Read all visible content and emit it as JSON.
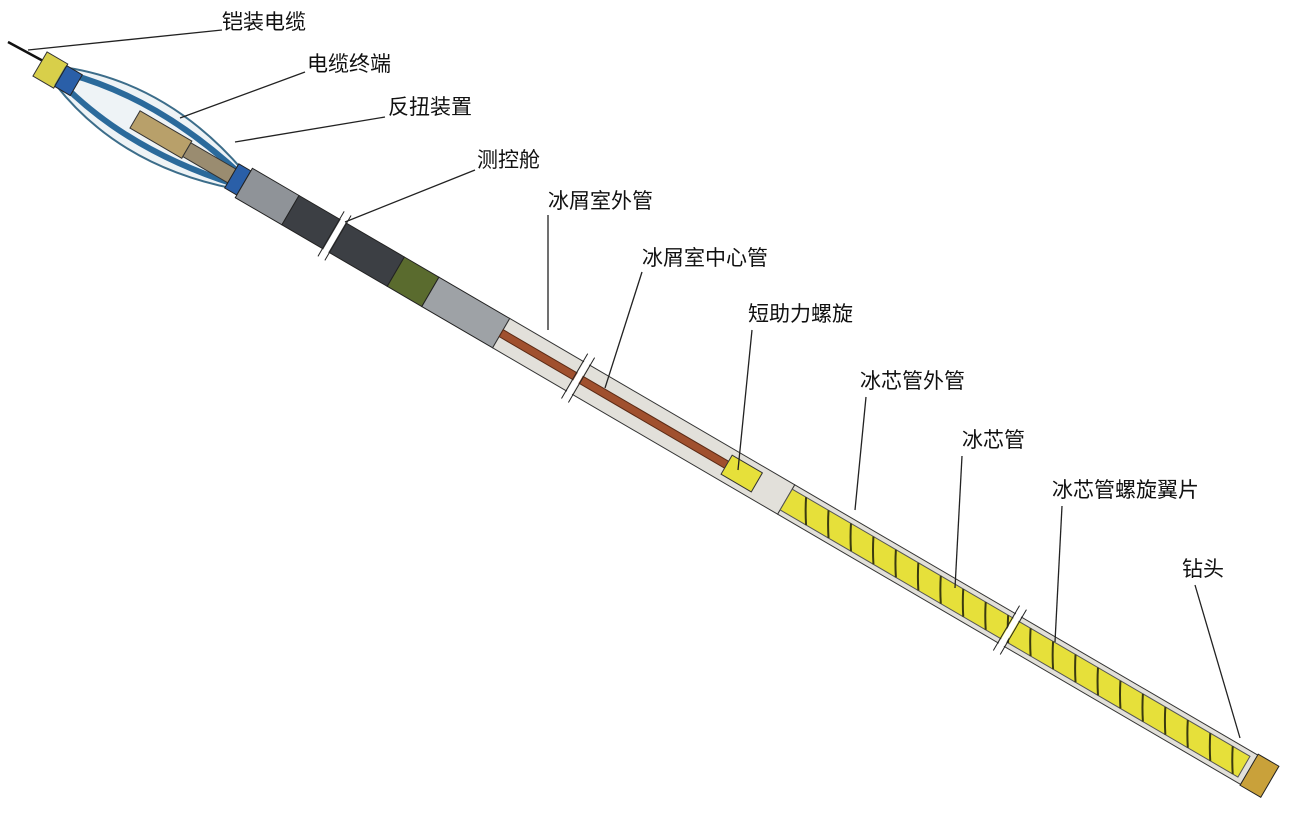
{
  "labels": {
    "armored_cable": "铠装电缆",
    "cable_termination": "电缆终端",
    "anti_torque": "反扭装置",
    "control_module": "测控舱",
    "chip_chamber_outer": "冰屑室外管",
    "chip_chamber_center": "冰屑室中心管",
    "short_auger": "短助力螺旋",
    "core_barrel_outer": "冰芯管外管",
    "core_barrel": "冰芯管",
    "core_barrel_flights": "冰芯管螺旋翼片",
    "drill_head": "钻头"
  },
  "colors": {
    "yellow": "#e6e03a",
    "dark_gray": "#3c3f44",
    "green": "#5a6b2e",
    "brown": "#a0502e",
    "blue": "#2a5fa8",
    "pipe": "#d8d6d0"
  }
}
